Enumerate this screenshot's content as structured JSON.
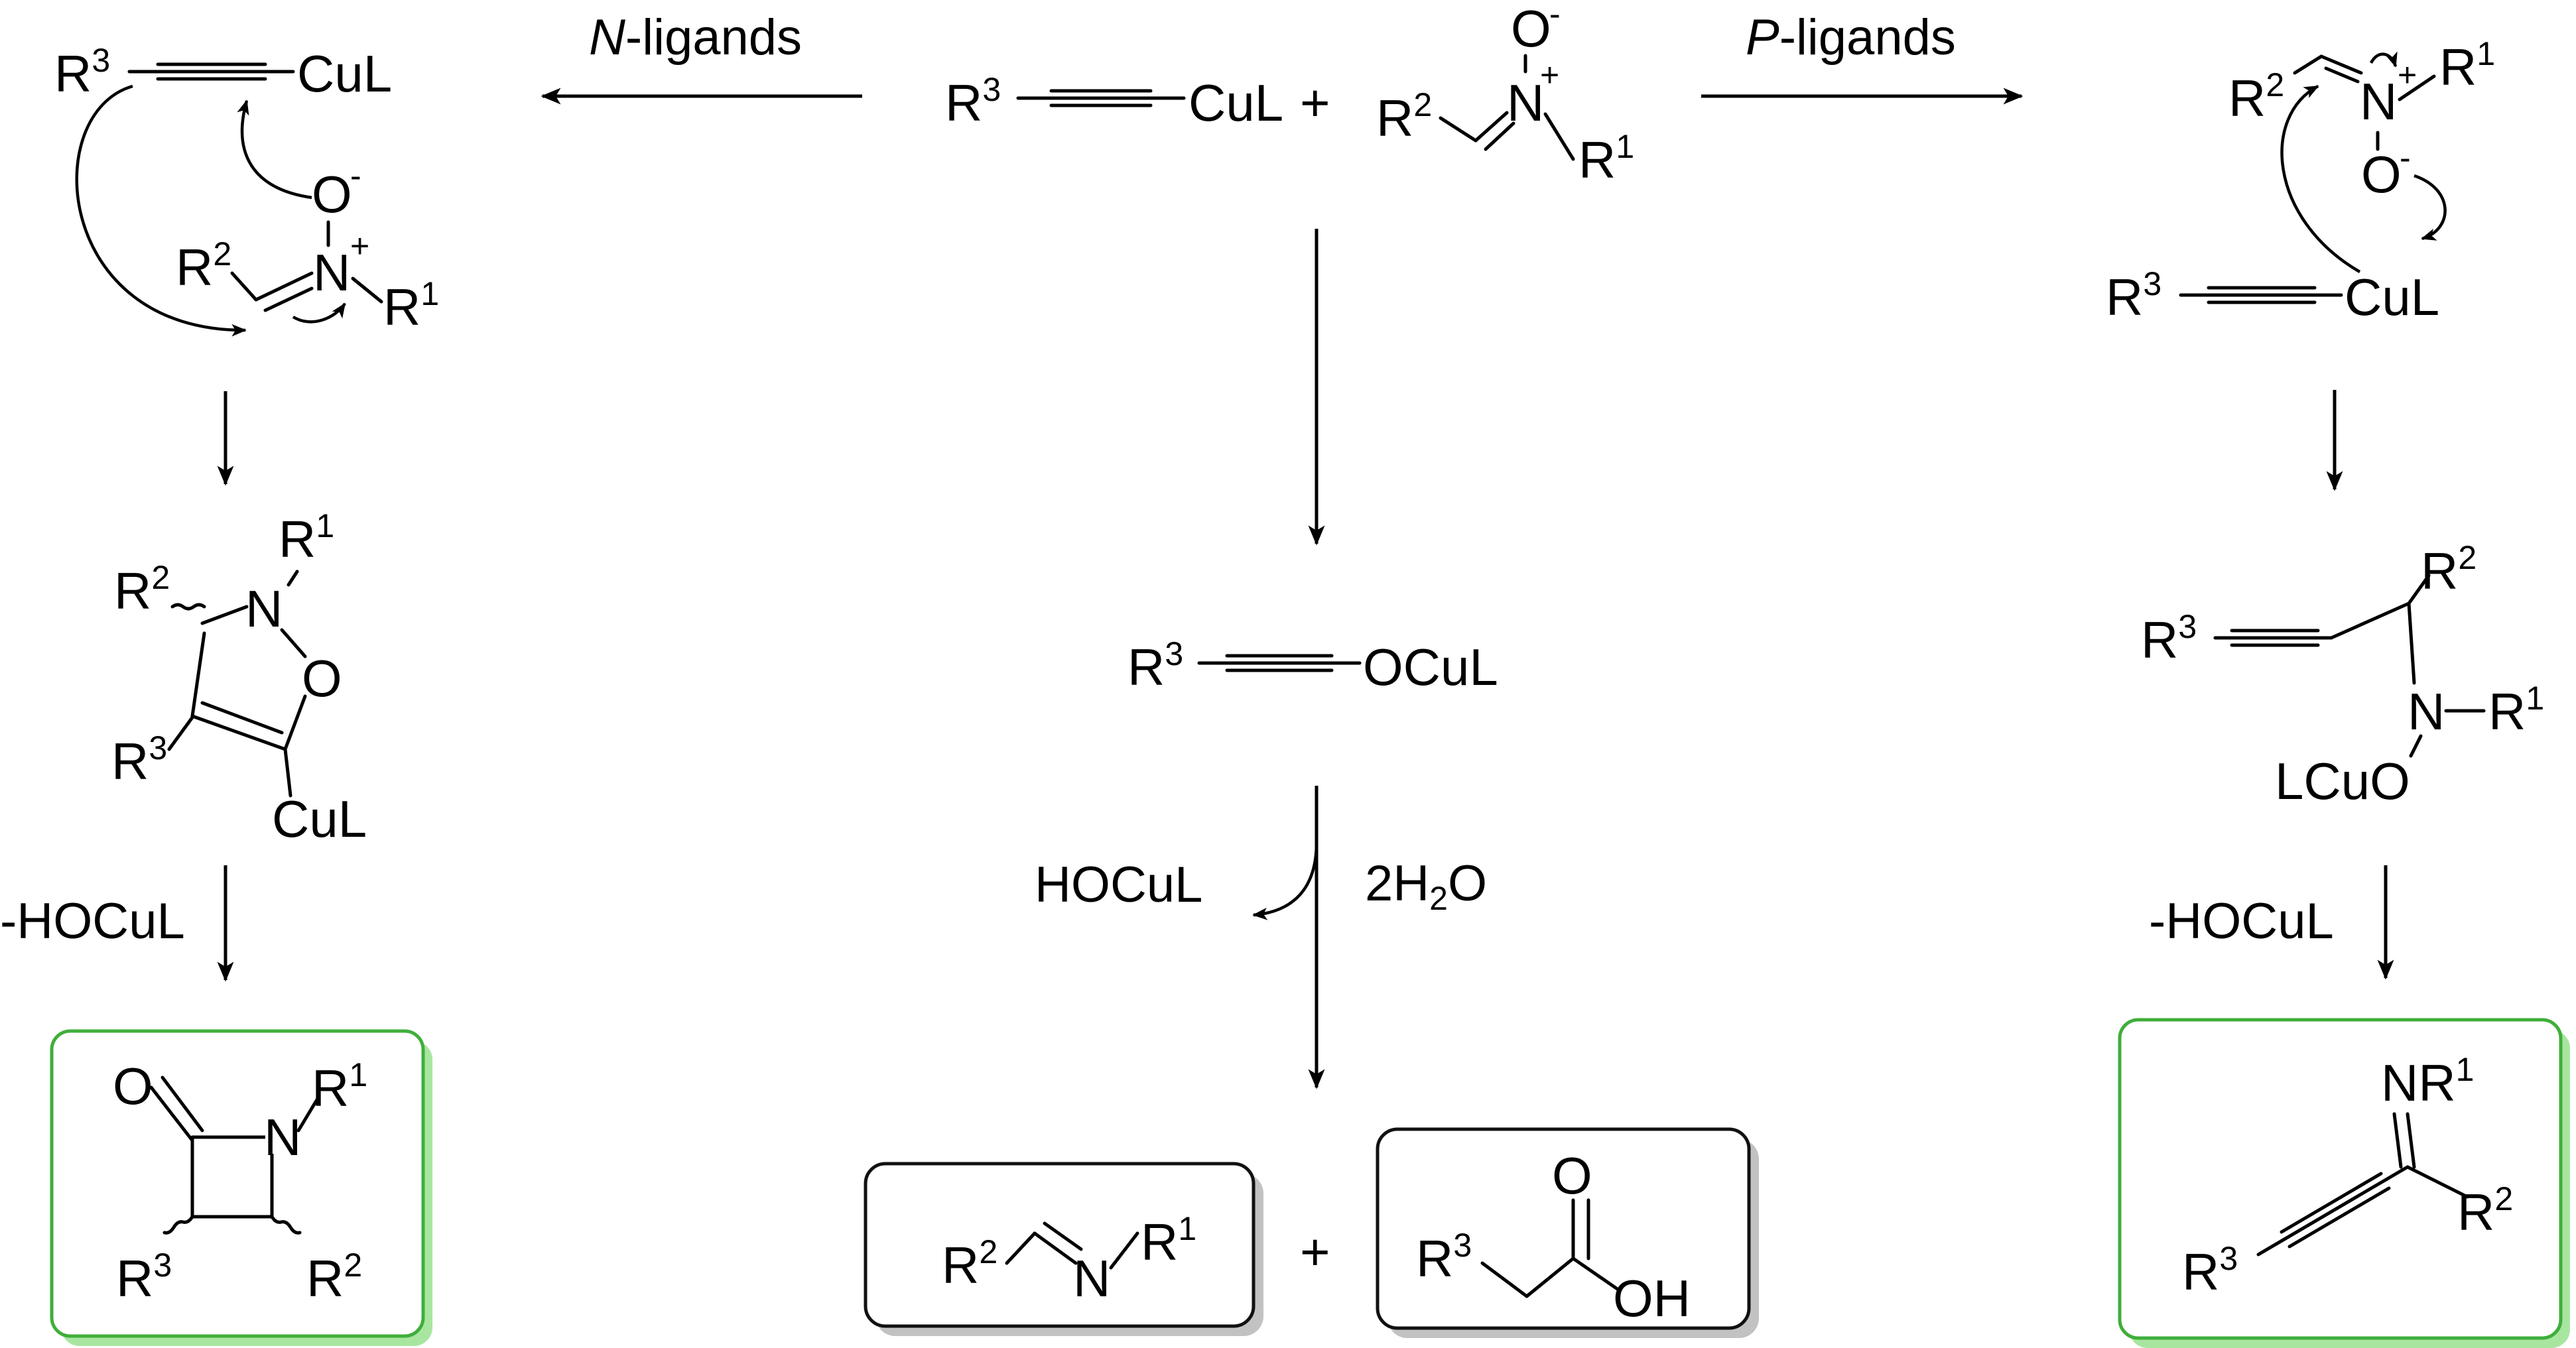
{
  "reagents": {
    "alkyne_substituent": "R",
    "alkyne_substituent_num": "3",
    "copper_label": "CuL",
    "plus": "+",
    "nitrone_r2": "R",
    "nitrone_r2_num": "2",
    "nitrone_n": "N",
    "nitrone_n_charge": "+",
    "nitrone_o": "O",
    "nitrone_o_charge": "-",
    "nitrone_r1": "R",
    "nitrone_r1_num": "1"
  },
  "conditions": {
    "left_ligands_italic": "N",
    "left_ligands_rest": "-ligands",
    "right_ligands_italic": "P",
    "right_ligands_rest": "-ligands",
    "elimination": "-HOCuL",
    "hydrolysis_byproduct": "HOCuL",
    "water_coef": "2H",
    "water_sub": "2",
    "water_o": "O"
  },
  "left_pathway": {
    "isoxazoline_o": "O",
    "isoxazoline_n": "N",
    "isoxazoline_cul": "CuL",
    "beta_lactam_o": "O",
    "beta_lactam_n": "N"
  },
  "middle_pathway": {
    "ynolate_o_cul": "OCuL",
    "imine_n": "N",
    "acid_o": "O",
    "acid_oh": "OH",
    "product_plus": "+"
  },
  "right_pathway": {
    "propargyl_n": "N",
    "propargyl_lcuo": "LCuO",
    "ynimine_n": "NR",
    "ynimine_n_num": "1"
  },
  "colors": {
    "product_box_border_green": "#3fae3a",
    "product_box_shadow_green": "#a8e6a0",
    "byproduct_box_border": "#111111",
    "byproduct_box_shadow": "#c2c2c2"
  }
}
